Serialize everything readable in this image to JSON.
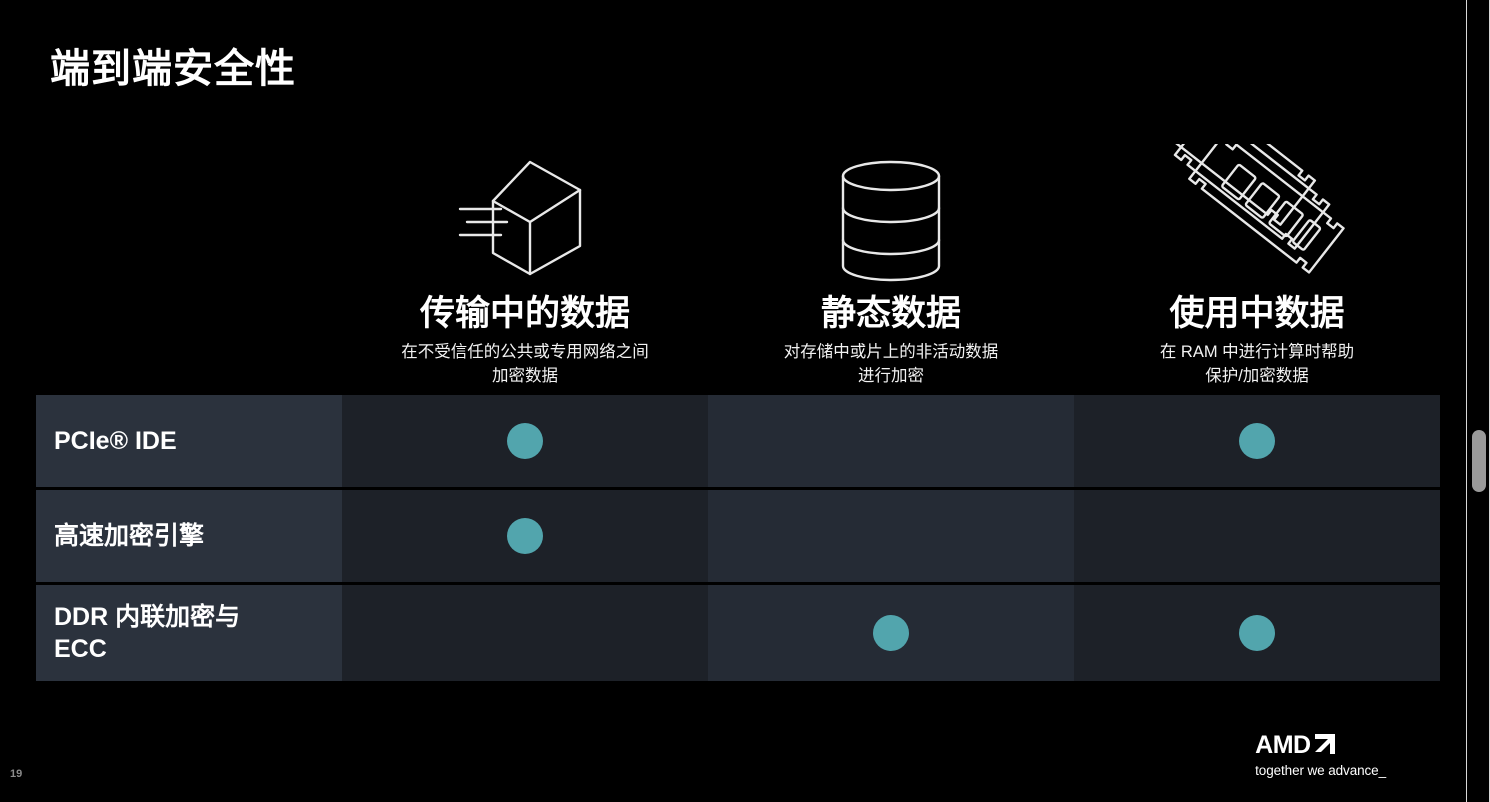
{
  "slide": {
    "title": "端到端安全性",
    "page_number": "19",
    "background_color": "#000000",
    "accent_color": "#52a5ad",
    "label_cell_color": "#2b323d"
  },
  "columns": [
    {
      "icon": "cube-in-transit-icon",
      "title": "传输中的数据",
      "subtitle_line1": "在不受信任的公共或专用网络之间",
      "subtitle_line2": "加密数据"
    },
    {
      "icon": "database-stack-icon",
      "title": "静态数据",
      "subtitle_line1": "对存储中或片上的非活动数据",
      "subtitle_line2": "进行加密"
    },
    {
      "icon": "memory-dimm-icon",
      "title": "使用中数据",
      "subtitle_line1": "在 RAM 中进行计算时帮助",
      "subtitle_line2": "保护/加密数据"
    }
  ],
  "matrix": {
    "rows": [
      {
        "label": "PCIe® IDE",
        "label_line2": "",
        "marks": [
          true,
          false,
          true
        ]
      },
      {
        "label": "高速加密引擎",
        "label_line2": "",
        "marks": [
          true,
          false,
          false
        ]
      },
      {
        "label": "DDR 内联加密与",
        "label_line2": "ECC",
        "marks": [
          false,
          true,
          true
        ]
      }
    ]
  },
  "footer": {
    "amd_wordmark": "AMD",
    "amd_tagline": "together we advance_"
  }
}
